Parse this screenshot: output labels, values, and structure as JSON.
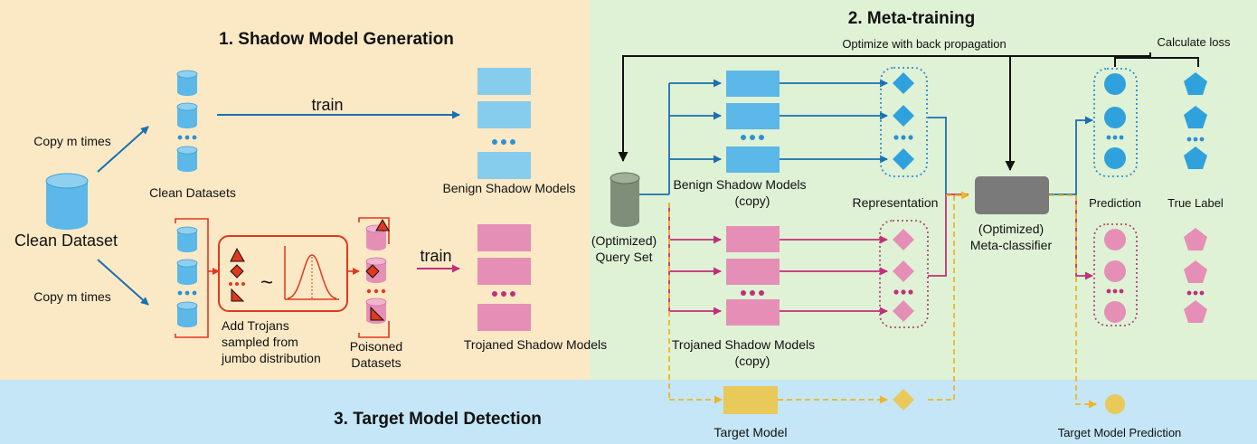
{
  "sections": {
    "shadow_generation": "1. Shadow Model Generation",
    "meta_training": "2. Meta-training",
    "target_detection": "3. Target Model Detection"
  },
  "labels": {
    "clean_dataset": "Clean Dataset",
    "copy_top": "Copy m times",
    "copy_bottom": "Copy m times",
    "clean_datasets": "Clean Datasets",
    "train_top": "train",
    "train_bottom": "train",
    "benign_shadow_models": "Benign Shadow Models",
    "trojaned_shadow_models": "Trojaned Shadow Models",
    "add_trojans_1": "Add Trojans",
    "add_trojans_2": "sampled from",
    "add_trojans_3": "jumbo distribution",
    "poisoned_1": "Poisoned",
    "poisoned_2": "Datasets",
    "tilde": "~",
    "optimize_backprop": "Optimize with back propagation",
    "calculate_loss": "Calculate loss",
    "query_set_1": "(Optimized)",
    "query_set_2": "Query Set",
    "benign_copy_1": "Benign Shadow Models",
    "benign_copy_2": "(copy)",
    "trojaned_copy_1": "Trojaned Shadow Models",
    "trojaned_copy_2": "(copy)",
    "representation": "Representation",
    "meta_classifier_1": "(Optimized)",
    "meta_classifier_2": "Meta-classifier",
    "prediction": "Prediction",
    "true_label": "True Label",
    "target_model": "Target Model",
    "target_model_prediction": "Target Model Prediction"
  },
  "colors": {
    "panel_shadow": "#fbe9c6",
    "panel_meta": "#dff2d6",
    "panel_target": "#c4e6f6",
    "benign_blue": "#5bb8e8",
    "benign_light": "#86ccec",
    "trojan_pink": "#e68fb6",
    "trojan_line": "#c0307a",
    "blue_line": "#1a6fb0",
    "target_gold": "#e8c95a",
    "dashed_gold": "#f0b428",
    "meta_gray": "#7a7a7a",
    "red": "#e2381e",
    "query_green": "#7e8e78"
  }
}
